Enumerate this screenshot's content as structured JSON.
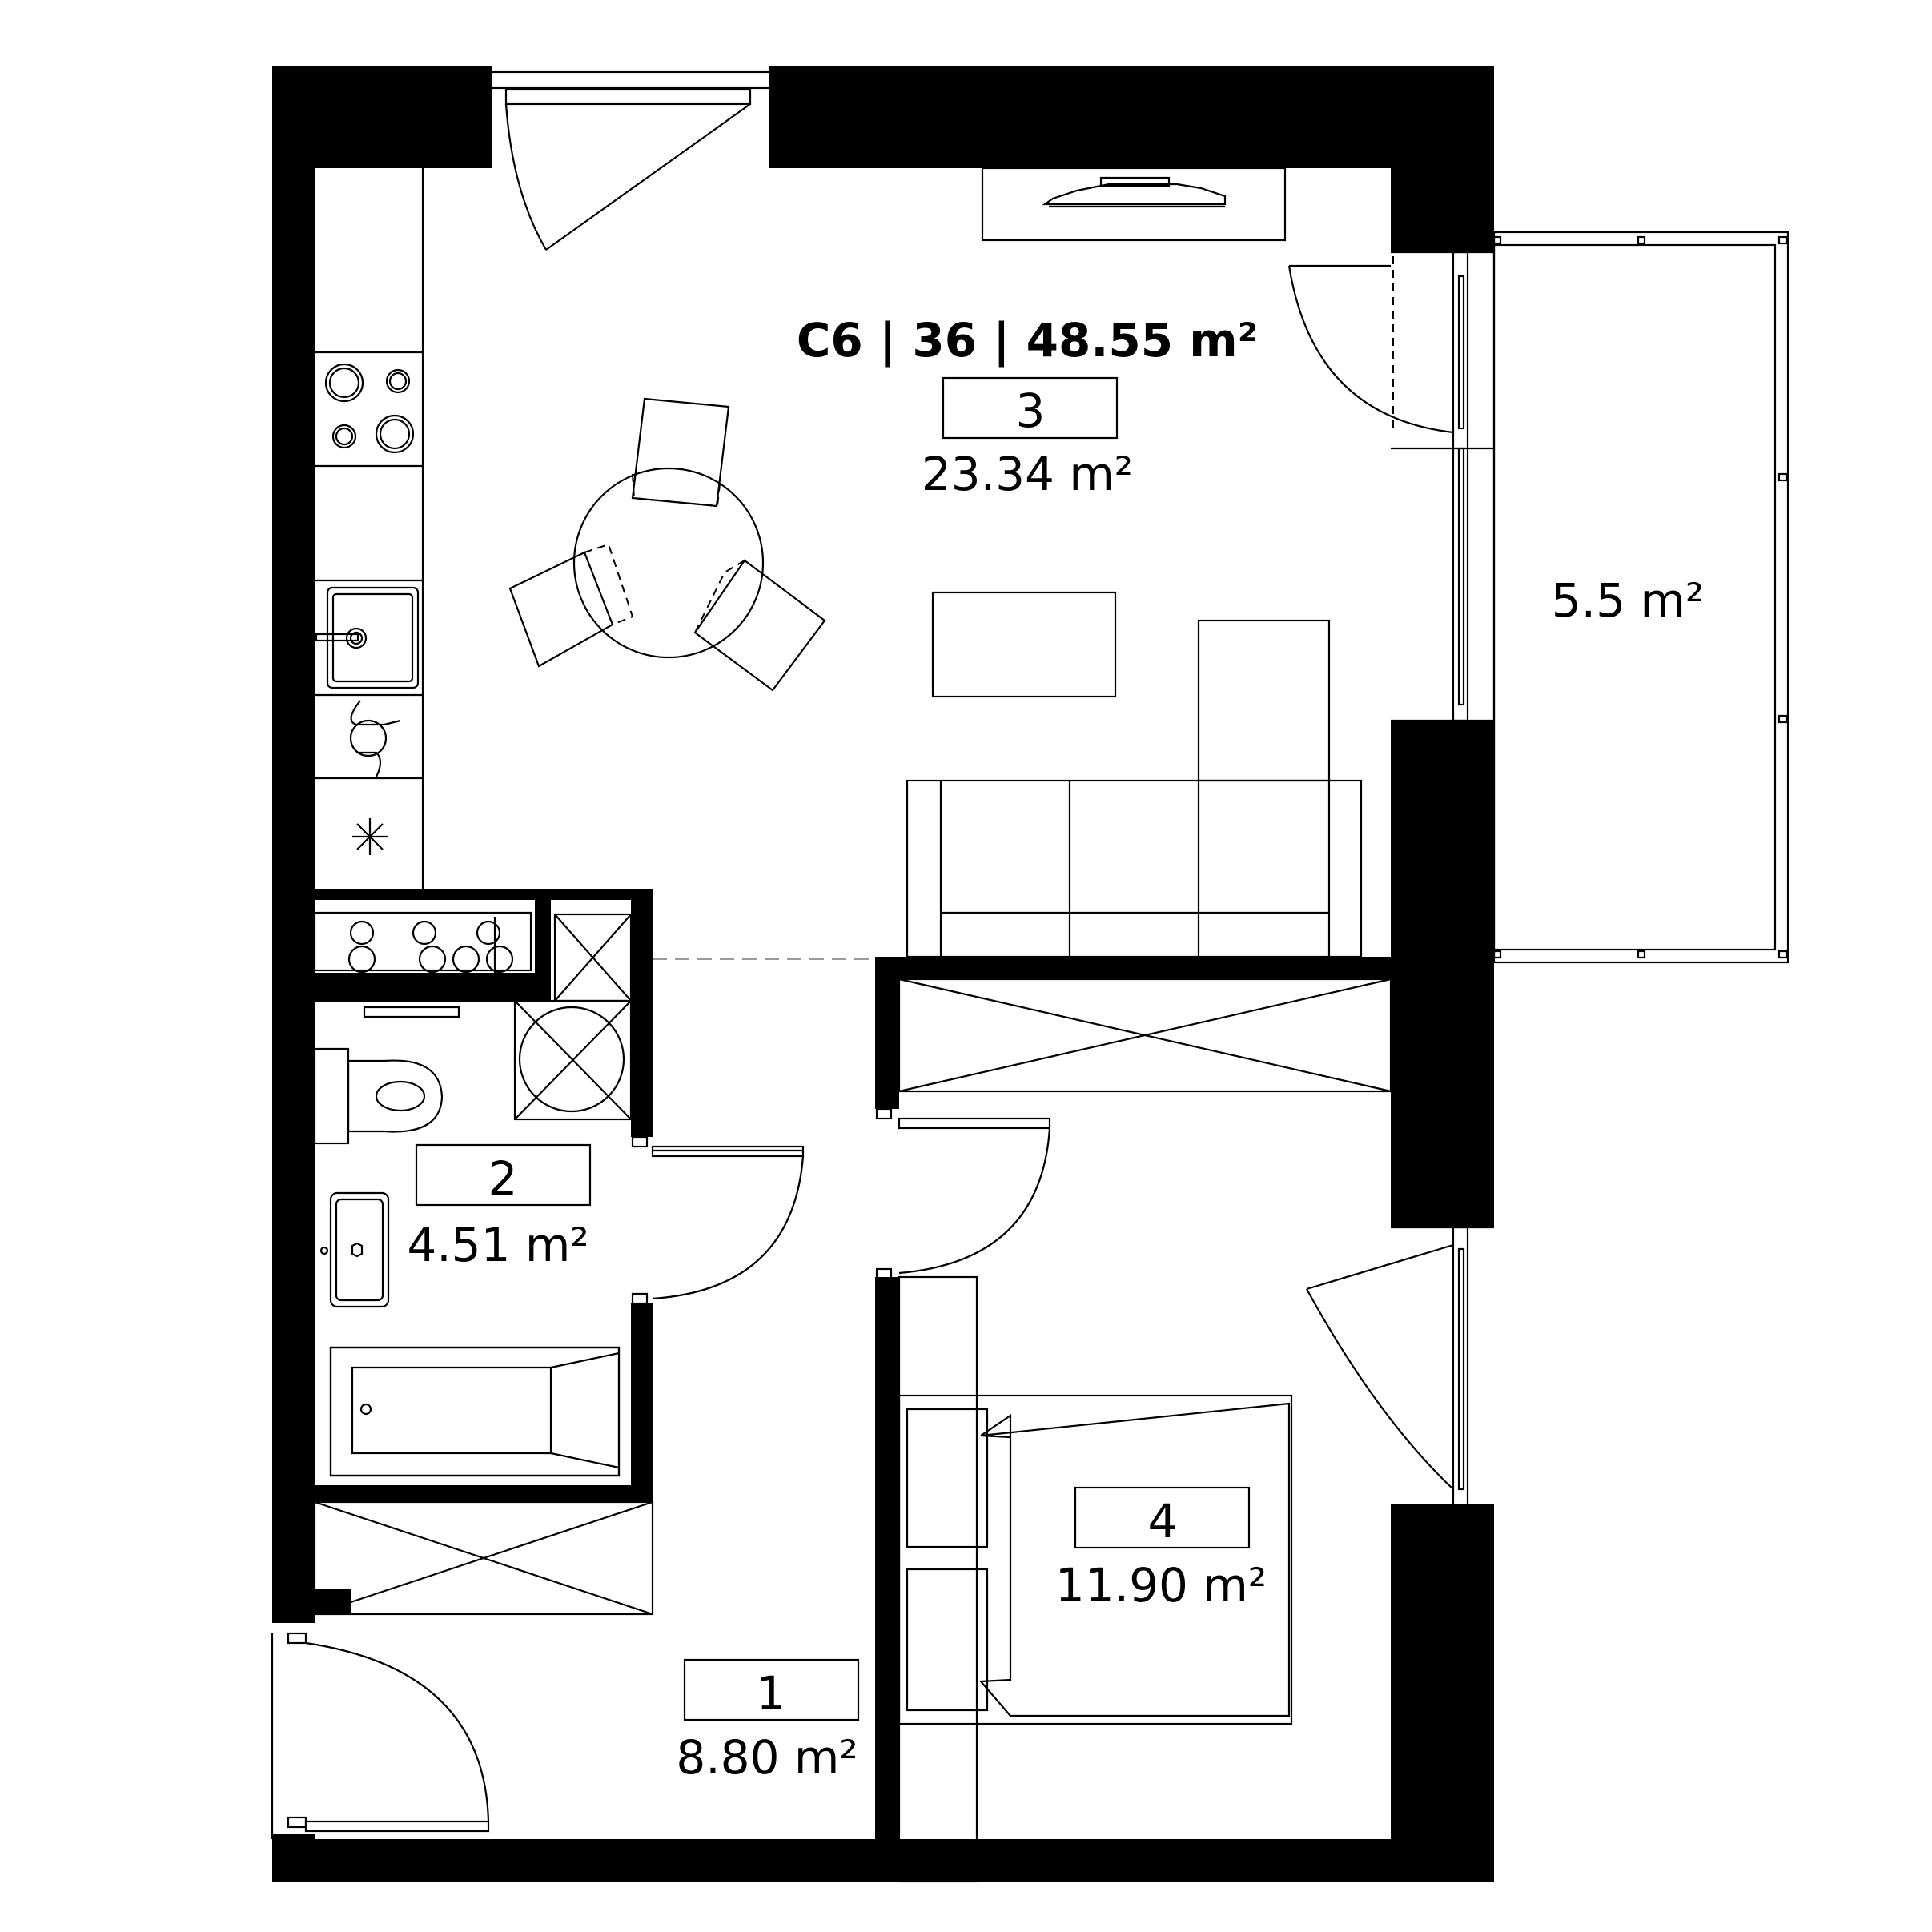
{
  "unit_title": "C6 | 36 | 48.55 m²",
  "rooms": [
    {
      "id": "hall",
      "number": "1",
      "area": "8.80 m²"
    },
    {
      "id": "bathroom",
      "number": "2",
      "area": "4.51 m²"
    },
    {
      "id": "living",
      "number": "3",
      "area": "23.34 m²"
    },
    {
      "id": "bedroom",
      "number": "4",
      "area": "11.90 m²"
    }
  ],
  "balcony": {
    "area": "5.5 m²"
  },
  "icons": {
    "hob": "hob-icon",
    "sink": "sink-icon",
    "dishwasher": "dishwasher-icon",
    "fridge": "fridge-icon",
    "toilet": "toilet-icon",
    "washbasin": "washbasin-icon",
    "bathtub": "bathtub-icon",
    "washing_machine": "washing-machine-icon"
  },
  "colors": {
    "walls": "#000000",
    "background": "#ffffff"
  }
}
